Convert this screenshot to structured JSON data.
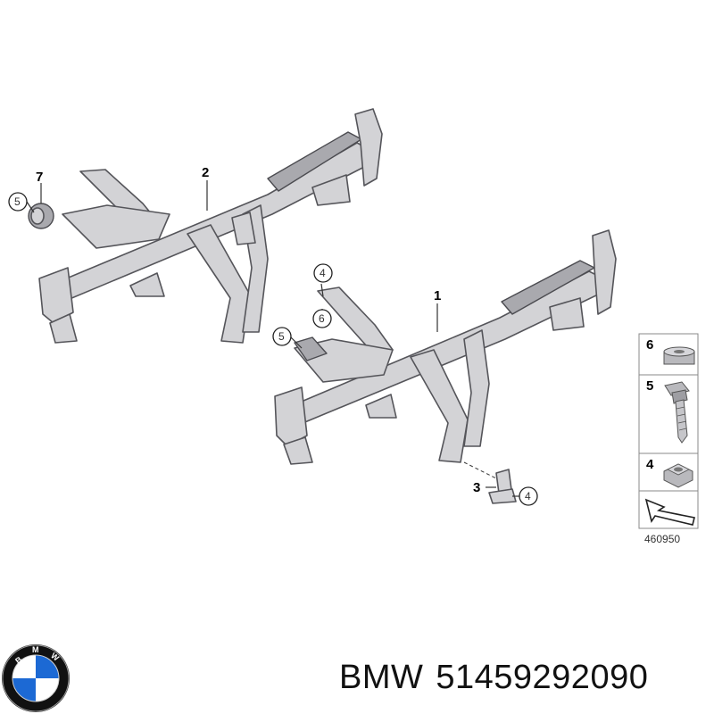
{
  "diagram": {
    "callouts": {
      "c1": "1",
      "c2": "2",
      "c3": "3",
      "c4a": "4",
      "c4b": "4",
      "c5a": "5",
      "c5b": "5",
      "c6": "6",
      "c7": "7"
    },
    "legend": {
      "items": [
        "6",
        "5",
        "4"
      ],
      "reference": "460950"
    }
  },
  "caption": {
    "brand": "BMW",
    "part_number": "51459292090"
  },
  "logo": {
    "text": "BMW",
    "colors": {
      "ring": "#111111",
      "blue": "#1c69d4",
      "white": "#ffffff"
    }
  }
}
